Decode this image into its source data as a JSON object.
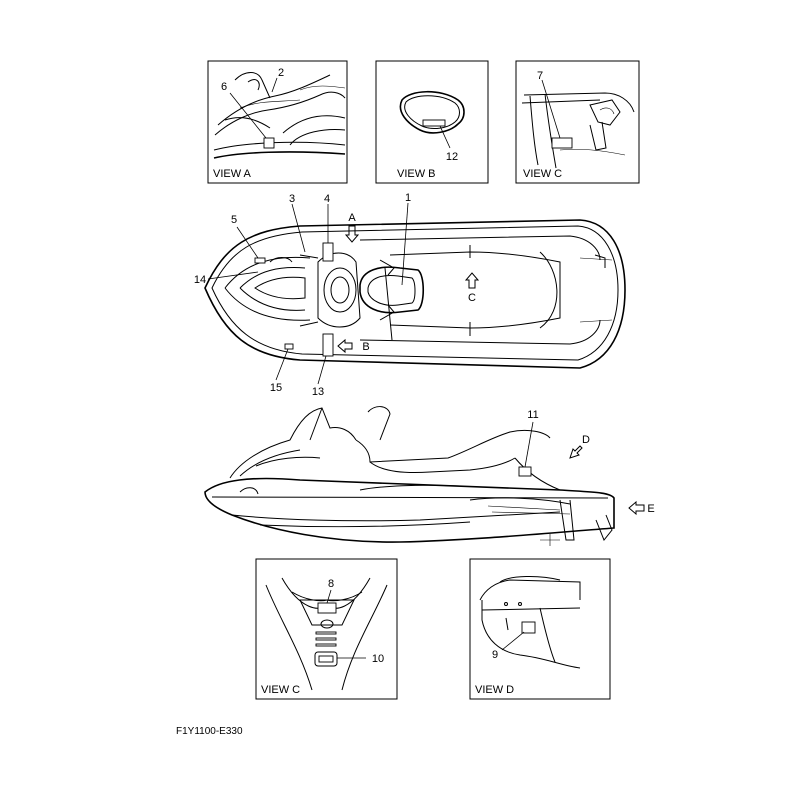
{
  "diagram": {
    "footer_code": "F1Y1100-E330",
    "views": [
      {
        "id": "view-a",
        "label": "VIEW A"
      },
      {
        "id": "view-b",
        "label": "VIEW B"
      },
      {
        "id": "view-c-top",
        "label": "VIEW C"
      },
      {
        "id": "view-c-bottom",
        "label": "VIEW C"
      },
      {
        "id": "view-d",
        "label": "VIEW D"
      }
    ],
    "callouts": [
      "1",
      "2",
      "3",
      "4",
      "5",
      "6",
      "7",
      "8",
      "9",
      "10",
      "11",
      "12",
      "13",
      "14",
      "15"
    ],
    "view_pointers": {
      "a": "A",
      "b": "B",
      "c": "C",
      "d": "D",
      "e": "E"
    }
  }
}
